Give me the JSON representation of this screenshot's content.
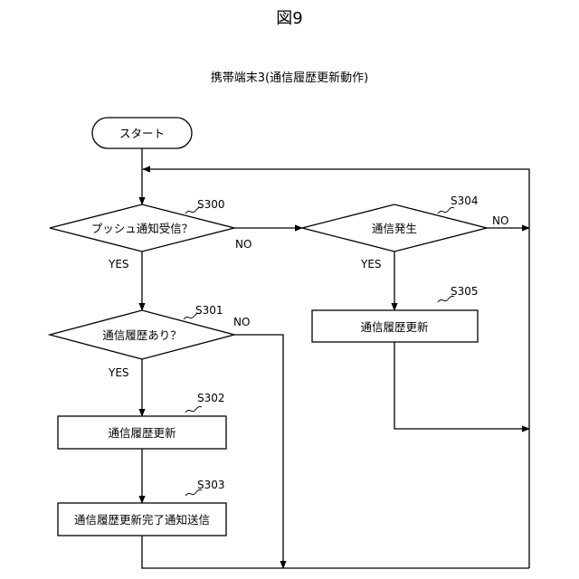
{
  "figure": {
    "title": "図9",
    "subtitle": "携帯端末3(通信履歴更新動作)"
  },
  "nodes": {
    "start": {
      "label": "スタート"
    },
    "push_received": {
      "label": "プッシュ通知受信？",
      "step": "S300"
    },
    "history_exists": {
      "label": "通信履歴あり？",
      "step": "S301"
    },
    "update_history_left": {
      "label": "通信履歴更新",
      "step": "S302"
    },
    "send_update_complete": {
      "label": "通信履歴更新完了通知送信",
      "step": "S303"
    },
    "communication_occurred": {
      "label": "通信発生",
      "step": "S304"
    },
    "update_history_right": {
      "label": "通信履歴更新",
      "step": "S305"
    }
  },
  "edges": {
    "push_yes": "YES",
    "push_no": "NO",
    "history_yes": "YES",
    "history_no": "NO",
    "comm_yes": "YES",
    "comm_no": "NO"
  }
}
